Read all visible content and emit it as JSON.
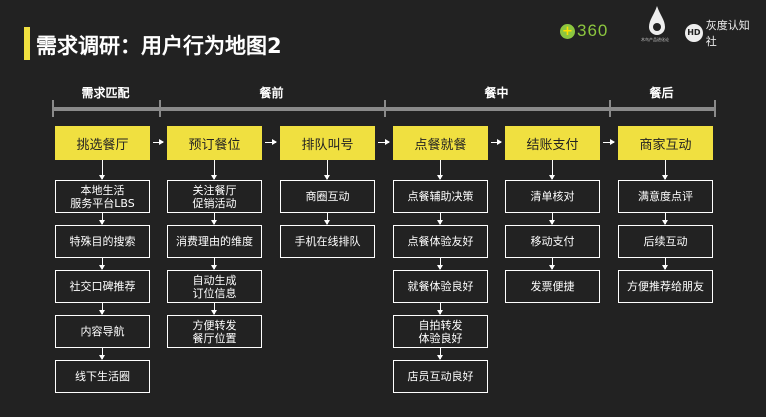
{
  "header": {
    "title": "需求调研：用户行为地图2",
    "accent_color": "#f0e040"
  },
  "logos": {
    "logo_360": "360",
    "logo_360_mark": "+",
    "logo_drop_text": "木鸟产品进化论",
    "logo_hd_mark": "HD",
    "logo_hd_text": "灰度认知社"
  },
  "phases": [
    "需求匹配",
    "餐前",
    "餐中",
    "餐后"
  ],
  "columns": [
    {
      "stage": "挑选餐厅",
      "items": [
        "本地生活\n服务平台LBS",
        "特殊目的搜索",
        "社交口碑推荐",
        "内容导航",
        "线下生活圈"
      ]
    },
    {
      "stage": "预订餐位",
      "items": [
        "关注餐厅\n促销活动",
        "消费理由的维度",
        "自动生成\n订位信息",
        "方便转发\n餐厅位置"
      ]
    },
    {
      "stage": "排队叫号",
      "items": [
        "商圈互动",
        "手机在线排队"
      ]
    },
    {
      "stage": "点餐就餐",
      "items": [
        "点餐辅助决策",
        "点餐体验友好",
        "就餐体验良好",
        "自拍转发\n体验良好",
        "店员互动良好"
      ]
    },
    {
      "stage": "结账支付",
      "items": [
        "清单核对",
        "移动支付",
        "发票便捷"
      ]
    },
    {
      "stage": "商家互动",
      "items": [
        "满意度点评",
        "后续互动",
        "方便推荐给朋友"
      ]
    }
  ]
}
